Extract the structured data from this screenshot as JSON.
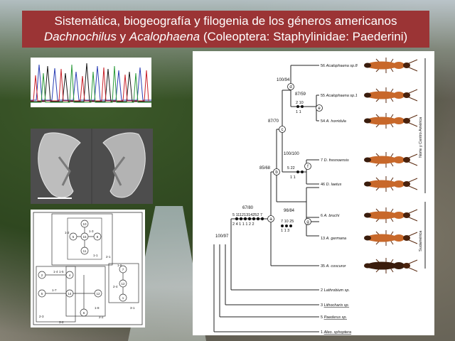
{
  "title": {
    "line1": "Sistemática, biogeografía y filogenia de los géneros americanos",
    "genus1": "Dachnochilus",
    "conj": " y ",
    "genus2": "Acalophaena",
    "subtitle": " (Coleoptera: Staphylinidae: Paederini)"
  },
  "tree": {
    "taxa": [
      {
        "id": "t56",
        "num": "56",
        "name": "Acalophaena sp.8",
        "italic": true,
        "underline": false
      },
      {
        "id": "t55",
        "num": "55",
        "name": "Acalophaena sp.1",
        "italic": true,
        "underline": false
      },
      {
        "id": "t54",
        "num": "54",
        "name": "A. horridula",
        "italic": true,
        "underline": false
      },
      {
        "id": "t7",
        "num": "7",
        "name": "D. fresnoensis",
        "italic": true,
        "underline": false
      },
      {
        "id": "t46",
        "num": "46",
        "name": "D. laetus",
        "italic": true,
        "underline": false
      },
      {
        "id": "t6",
        "num": "6",
        "name": "A. bruchi",
        "italic": true,
        "underline": false
      },
      {
        "id": "t13",
        "num": "13",
        "name": "A. germana",
        "italic": true,
        "underline": false
      },
      {
        "id": "t35",
        "num": "35",
        "name": "A. coscuror",
        "italic": true,
        "underline": false
      },
      {
        "id": "t2",
        "num": "2",
        "name": "Lathrobium sp.",
        "italic": true,
        "underline": false
      },
      {
        "id": "t3",
        "num": "3",
        "name": "Lithocharis sp.",
        "italic": true,
        "underline": true
      },
      {
        "id": "t5",
        "num": "5",
        "name": "Paederus sp.",
        "italic": true,
        "underline": true
      },
      {
        "id": "t1",
        "num": "1",
        "name": "Aleo. sphoptera",
        "italic": true,
        "underline": true
      }
    ],
    "nodes": [
      {
        "id": "a",
        "label": "a"
      },
      {
        "id": "b",
        "label": "b"
      },
      {
        "id": "c",
        "label": "c"
      },
      {
        "id": "d",
        "label": "d"
      },
      {
        "id": "e",
        "label": "e"
      },
      {
        "id": "f",
        "label": "f"
      },
      {
        "id": "g",
        "label": "g"
      }
    ],
    "support": [
      {
        "id": "s1",
        "text": "100/97"
      },
      {
        "id": "s2",
        "text": "67/80"
      },
      {
        "id": "s3",
        "text": "85/68"
      },
      {
        "id": "s4",
        "text": "87/70"
      },
      {
        "id": "s5",
        "text": "100/94"
      },
      {
        "id": "s6",
        "text": "87/59"
      },
      {
        "id": "s7",
        "text": "100/100"
      },
      {
        "id": "s8",
        "text": "96/84"
      }
    ],
    "characters": {
      "a_top": "5  11121314252 7",
      "a_bottom": "2  4  1  1  1  2  2",
      "e_top": "2  10",
      "e_bottom": "1  1",
      "f_top": "5  22",
      "f_bottom": "1  1",
      "g_top": "7  10 25",
      "g_bottom": "1  1  3"
    },
    "regions": [
      {
        "id": "r1",
        "text": "Norte y Centro América"
      },
      {
        "id": "r2",
        "text": "Sudamérica"
      }
    ]
  },
  "diagram": {
    "nodes": [
      "10",
      "5",
      "15",
      "8",
      "11",
      "2",
      "4",
      "5",
      "14",
      "12",
      "6",
      "7",
      "12",
      "1"
    ],
    "tracks": [
      "1-1",
      "2-1",
      "1-2",
      "1-3",
      "1-4",
      "1-5",
      "1-6",
      "1-7",
      "1-8",
      "2-2",
      "2-3",
      "2-4",
      "3-1",
      "3-2"
    ]
  },
  "colors": {
    "title_bg": "#9b3435",
    "beetle_orange": "#c8682a",
    "beetle_dark": "#3a1c0c"
  }
}
